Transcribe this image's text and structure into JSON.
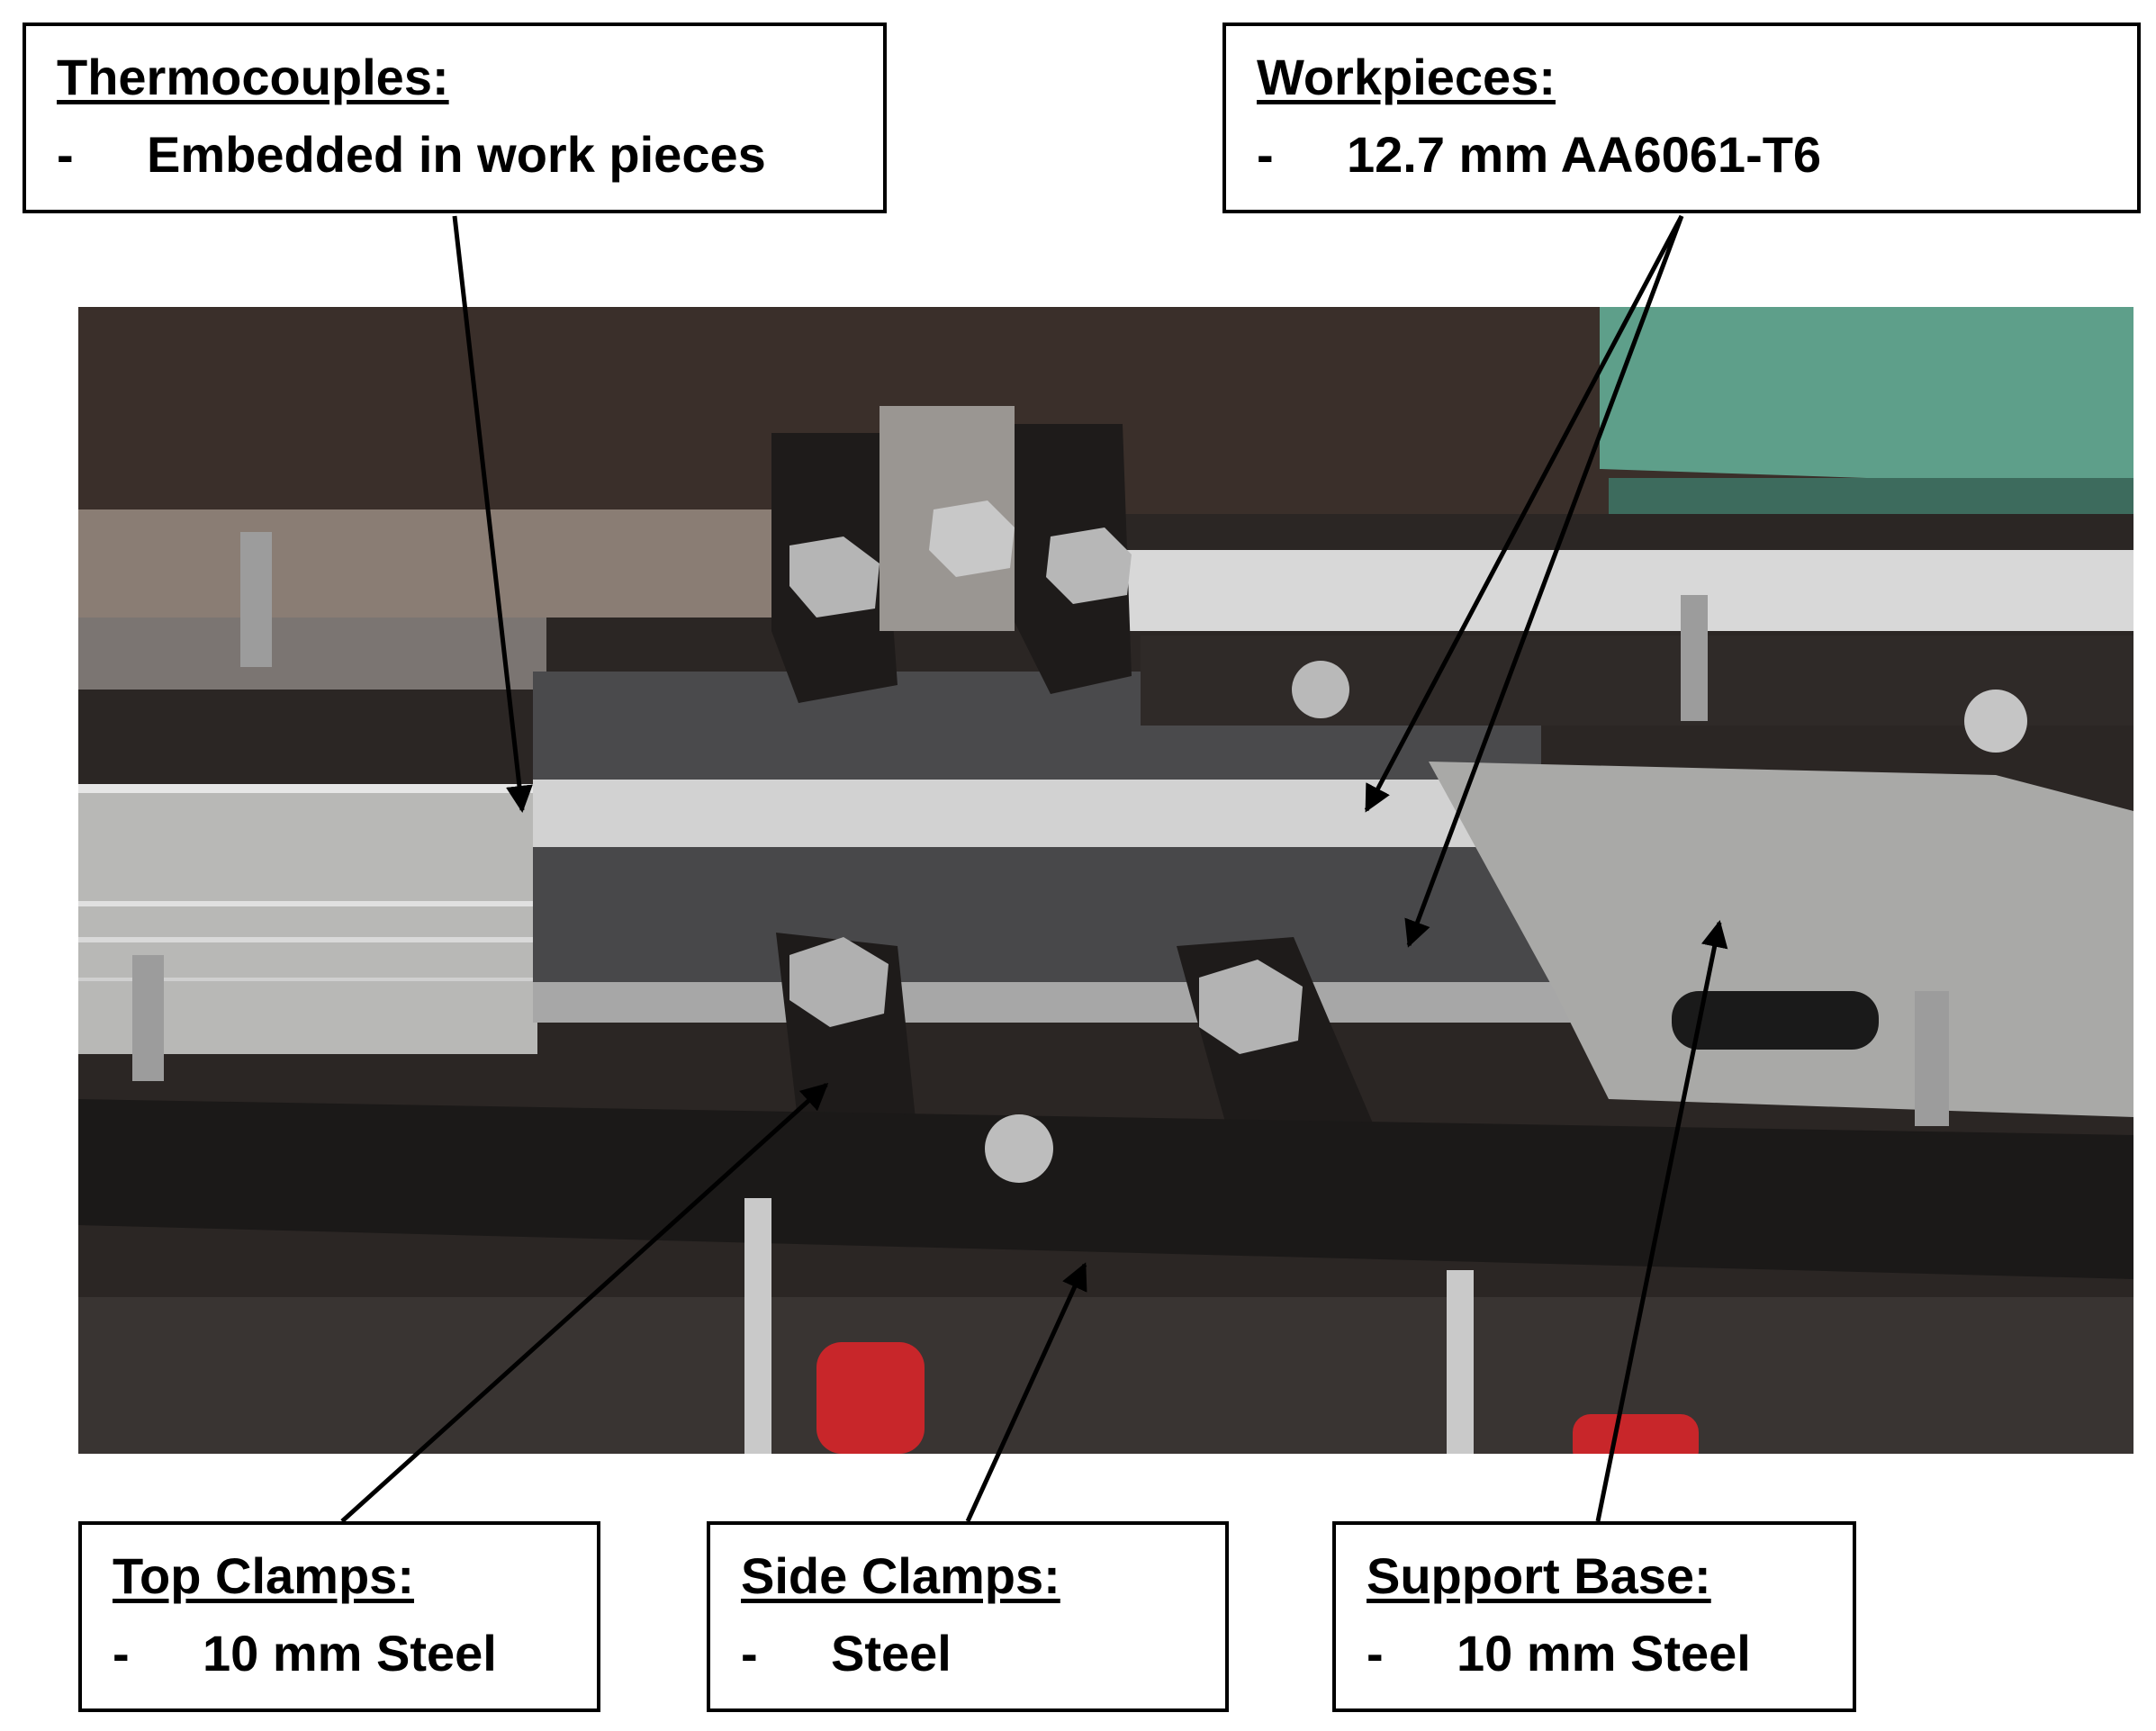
{
  "callouts": {
    "thermocouples": {
      "title": "Thermocouples:",
      "dash": "-",
      "item": "Embedded in work pieces"
    },
    "workpieces": {
      "title": "Workpieces:",
      "dash": "-",
      "item": "12.7 mm AA6061-T6"
    },
    "top_clamps": {
      "title": "Top Clamps:",
      "dash": "-",
      "item": "10 mm Steel"
    },
    "side_clamps": {
      "title": "Side Clamps:",
      "dash": "-",
      "item": "Steel"
    },
    "support_base": {
      "title": "Support Base:",
      "dash": "-",
      "item": "10 mm Steel"
    }
  },
  "colors": {
    "photo_dark": "#2b2624",
    "teal_machine": "#5e9f8a",
    "aluminum": "#c9c9c9",
    "workpiece_dark": "#4a4a4c",
    "clamp_black": "#1e1b1a",
    "red_handle": "#c8262a"
  },
  "icons": {
    "arrows": "arrow-icon"
  }
}
